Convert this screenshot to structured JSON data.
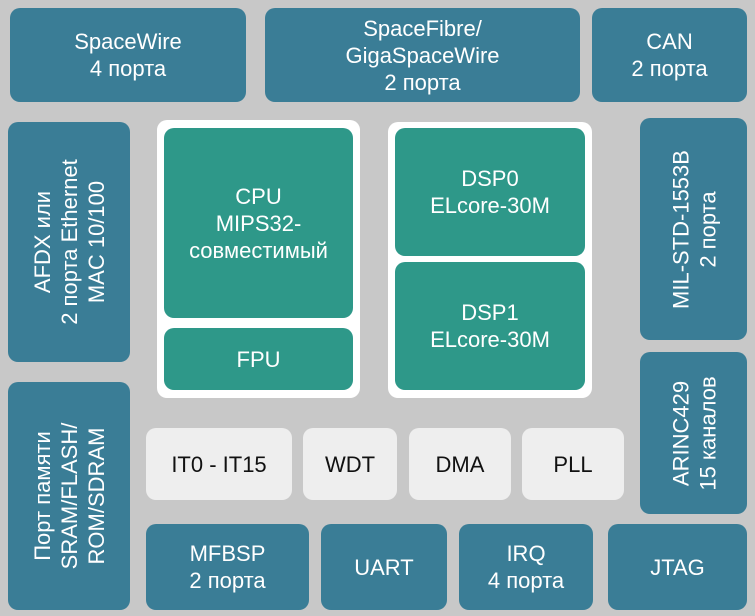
{
  "blocks": {
    "spacewire": [
      "SpaceWire",
      "4 порта"
    ],
    "spacefibre": [
      "SpaceFibre/",
      "GigaSpaceWire",
      "2 порта"
    ],
    "can": [
      "CAN",
      "2 порта"
    ],
    "afdx": [
      "AFDX или",
      "2 порта Ethernet",
      "MAC 10/100"
    ],
    "memport": [
      "Порт памяти",
      "SRAM/FLASH/",
      "ROM/SDRAM"
    ],
    "milstd": [
      "MIL-STD-1553B",
      "2 порта"
    ],
    "arinc": [
      "ARINC429",
      "15 каналов"
    ],
    "cpu": [
      "CPU",
      "MIPS32-",
      "совместимый"
    ],
    "fpu": "FPU",
    "dsp0": [
      "DSP0",
      "ELcore-30M"
    ],
    "dsp1": [
      "DSP1",
      "ELcore-30M"
    ],
    "it": "IT0 - IT15",
    "wdt": "WDT",
    "dma": "DMA",
    "pll": "PLL",
    "mfbsp": [
      "MFBSP",
      "2 порта"
    ],
    "uart": "UART",
    "irq": [
      "IRQ",
      "4 порта"
    ],
    "jtag": "JTAG"
  },
  "colors": {
    "background": "#c8c8c8",
    "peripheral": "#3a7d96",
    "core": "#2e9889",
    "light_block": "#eeeeee",
    "core_frame": "#ffffff"
  }
}
